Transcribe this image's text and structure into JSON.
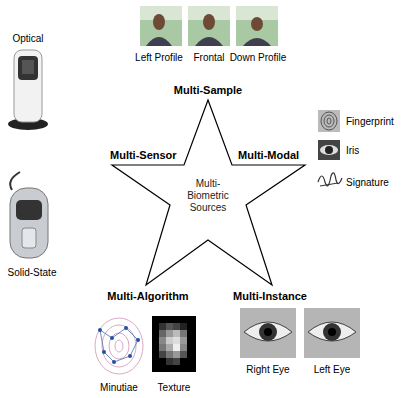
{
  "diagram": {
    "nodes": [
      {
        "text": [
          "Multi-Biometric Sources"
        ]
      }
    ],
    "labels": [
      "Left Profile",
      "Frontal",
      "Down Profile",
      "Optical",
      "Multi-Sample",
      "Multi-Sensor",
      "Multi-Modal",
      "Fingerprint",
      "Iris",
      "Signature",
      "Solid-State",
      "Multi-Algorithm",
      "Multi-Instance",
      "Right Eye",
      "Left Eye",
      "Minutiae",
      "Texture"
    ]
  }
}
